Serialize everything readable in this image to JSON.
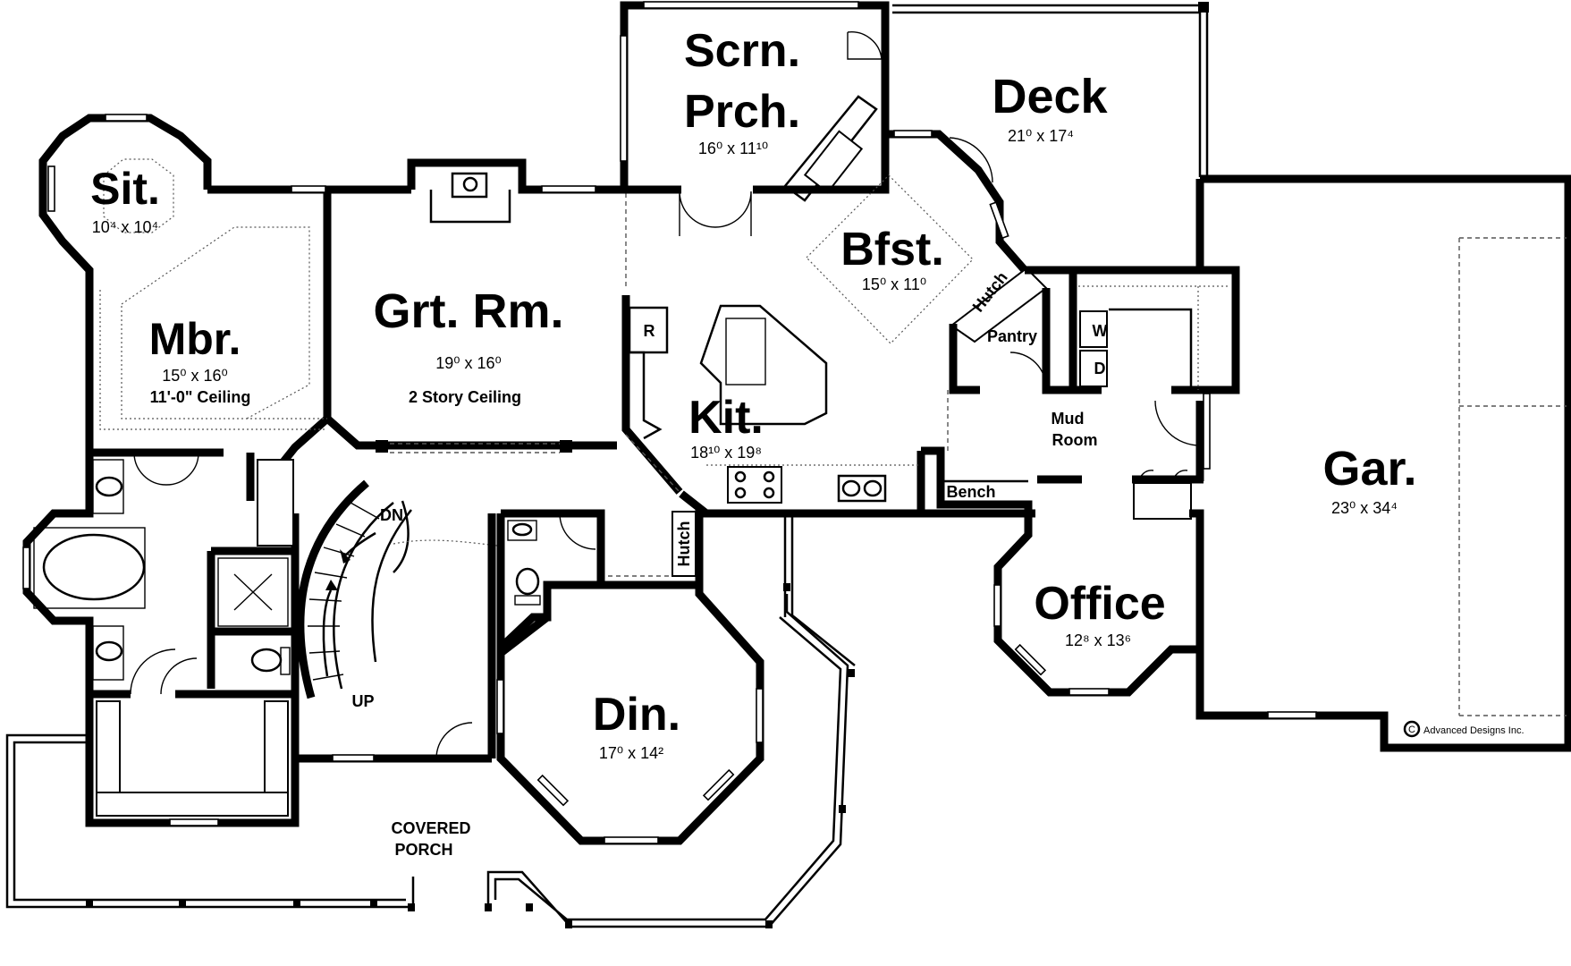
{
  "plan": {
    "rooms": {
      "sit": {
        "name": "Sit.",
        "dim": "10⁴ x 10⁴"
      },
      "mbr": {
        "name": "Mbr.",
        "dim": "15⁰ x 16⁰",
        "note": "11'-0\" Ceiling"
      },
      "grt": {
        "name": "Grt. Rm.",
        "dim": "19⁰ x 16⁰",
        "note": "2 Story Ceiling"
      },
      "scrn": {
        "name1": "Scrn.",
        "name2": "Prch.",
        "dim": "16⁰ x 11¹⁰"
      },
      "deck": {
        "name": "Deck",
        "dim": "21⁰ x 17⁴"
      },
      "bfst": {
        "name": "Bfst.",
        "dim": "15⁰ x 11⁰"
      },
      "kit": {
        "name": "Kit.",
        "dim": "18¹⁰ x 19⁸"
      },
      "gar": {
        "name": "Gar.",
        "dim": "23⁰ x 34⁴"
      },
      "office": {
        "name": "Office",
        "dim": "12⁸ x 13⁶"
      },
      "din": {
        "name": "Din.",
        "dim": "17⁰ x 14²"
      }
    },
    "labels": {
      "pantry": "Pantry",
      "hutch1": "Hutch",
      "hutch2": "Hutch",
      "mud1": "Mud",
      "mud2": "Room",
      "bench": "Bench",
      "washer": "W",
      "dryer": "D",
      "fridge": "R",
      "dn": "DN",
      "up": "UP",
      "porch1": "COVERED",
      "porch2": "PORCH",
      "copyright": "Advanced Designs Inc.",
      "copyright_symbol": "C"
    }
  }
}
